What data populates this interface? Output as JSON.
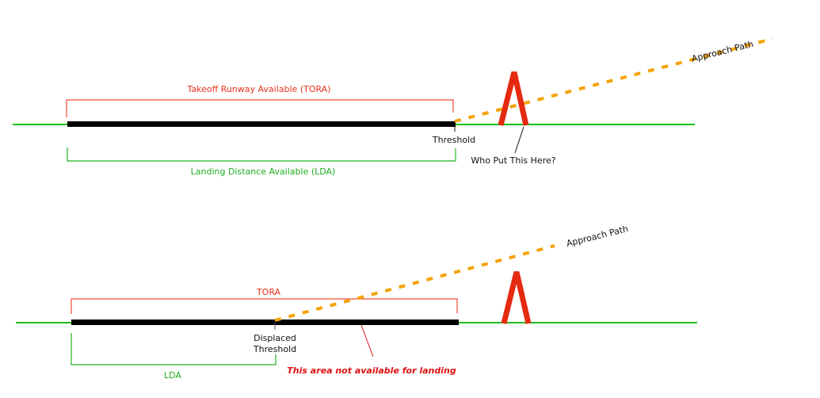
{
  "colors": {
    "ground": "#1fbf1f",
    "runway": "#000000",
    "tora": "#f04a35",
    "lda": "#22b322",
    "approach": "#f5a30a",
    "obstacle": "#e52a10",
    "warning": "#e01010",
    "text": "#111111"
  },
  "top_diagram": {
    "tora_label": "Takeoff Runway Available (TORA)",
    "lda_label": "Landing Distance Available (LDA)",
    "threshold_label": "Threshold",
    "obstacle_label": "Who Put This Here?",
    "approach_label": "Approach Path"
  },
  "bottom_diagram": {
    "tora_label": "TORA",
    "lda_label": "LDA",
    "threshold_label_line1": "Displaced",
    "threshold_label_line2": "Threshold",
    "approach_label": "Approach Path",
    "warning_label": "This area not available for landing"
  }
}
